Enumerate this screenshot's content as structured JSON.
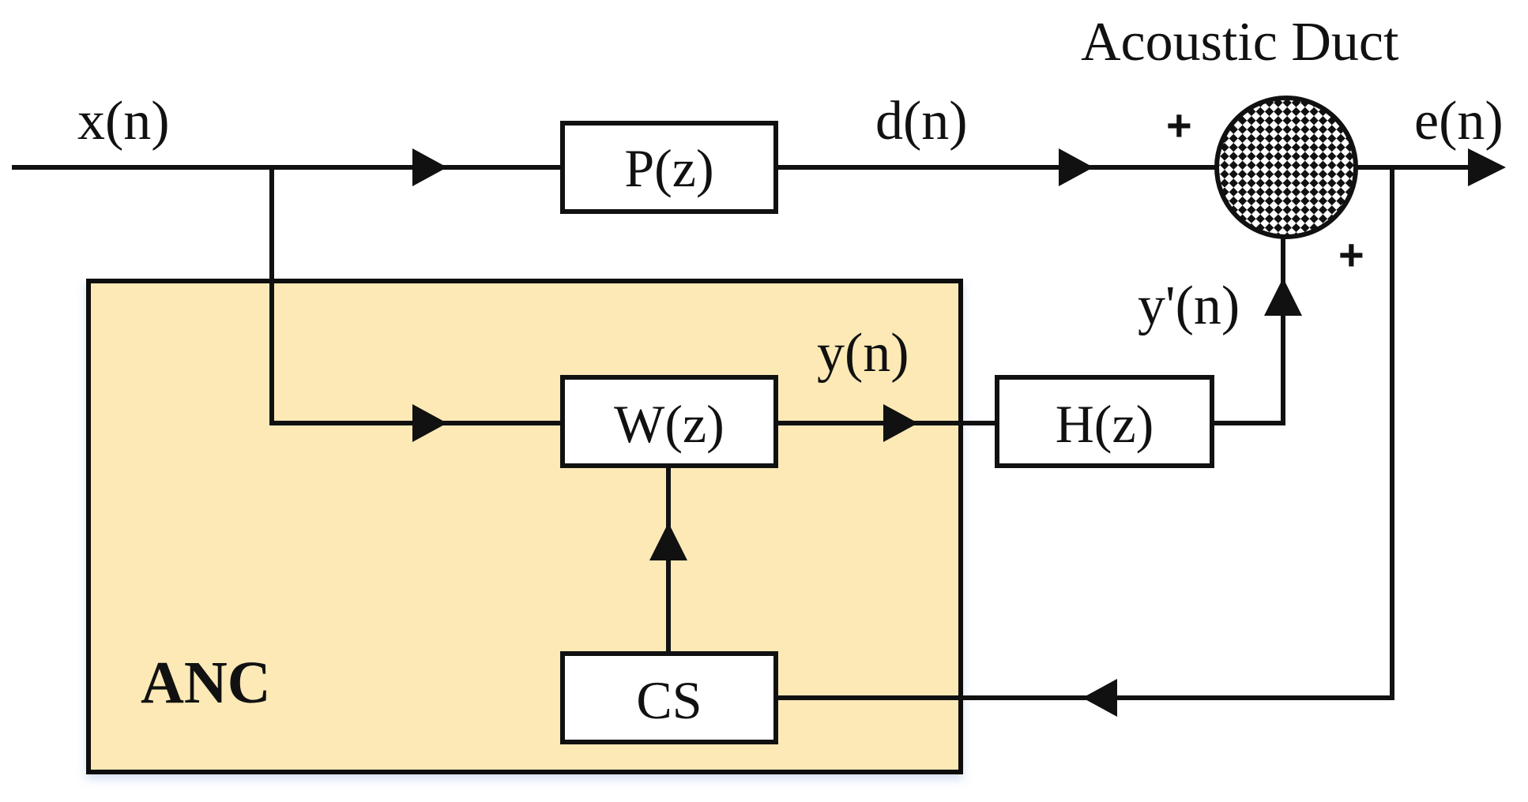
{
  "colors": {
    "line": "#111111",
    "anc_fill": "#fce9b6",
    "anc_border": "#111111",
    "anc_label": "#ee1111",
    "block_fill": "#ffffff",
    "summer_pattern": "#111111"
  },
  "labels": {
    "title": "Acoustic Duct",
    "input": "x(n)",
    "desired": "d(n)",
    "error": "e(n)",
    "filter_output": "y(n)",
    "secondary_output": "y'(n)",
    "plus_top": "+",
    "plus_right": "+"
  },
  "blocks": {
    "primary": "P(z)",
    "adaptive": "W(z)",
    "secondary": "H(z)",
    "cs": "CS"
  },
  "anc": {
    "label": "ANC"
  },
  "icons": {
    "summing_junction": "checkered-circle-icon",
    "arrowhead": "triangle-arrow-icon"
  }
}
